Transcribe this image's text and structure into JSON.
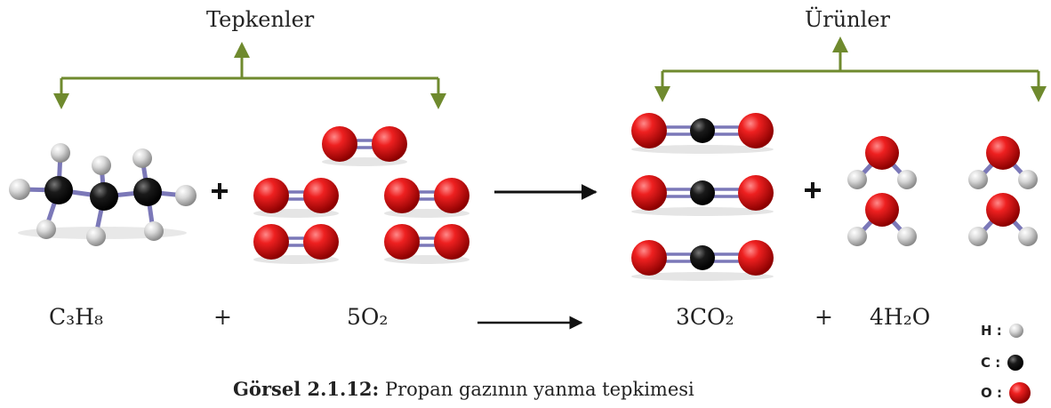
{
  "labels": {
    "reactants": "Tepkenler",
    "products": "Ürünler"
  },
  "formulas": {
    "propane": "C₃H₈",
    "plus1": "+",
    "oxygen": "5O₂",
    "co2": "3CO₂",
    "plus2": "+",
    "water": "4H₂O"
  },
  "caption": {
    "number": "Görsel 2.1.12:",
    "text": " Propan gazının yanma tepkimesi"
  },
  "legend": [
    {
      "symbol": "H :",
      "atom": "hydrogen"
    },
    {
      "symbol": "C :",
      "atom": "carbon"
    },
    {
      "symbol": "O :",
      "atom": "oxygen"
    }
  ],
  "colors": {
    "bracket": "#6f8a2e",
    "oxygen": "#d8151b",
    "carbon": "#111111",
    "hydrogen": "#d9d9d9",
    "bond": "#7b78b8"
  }
}
